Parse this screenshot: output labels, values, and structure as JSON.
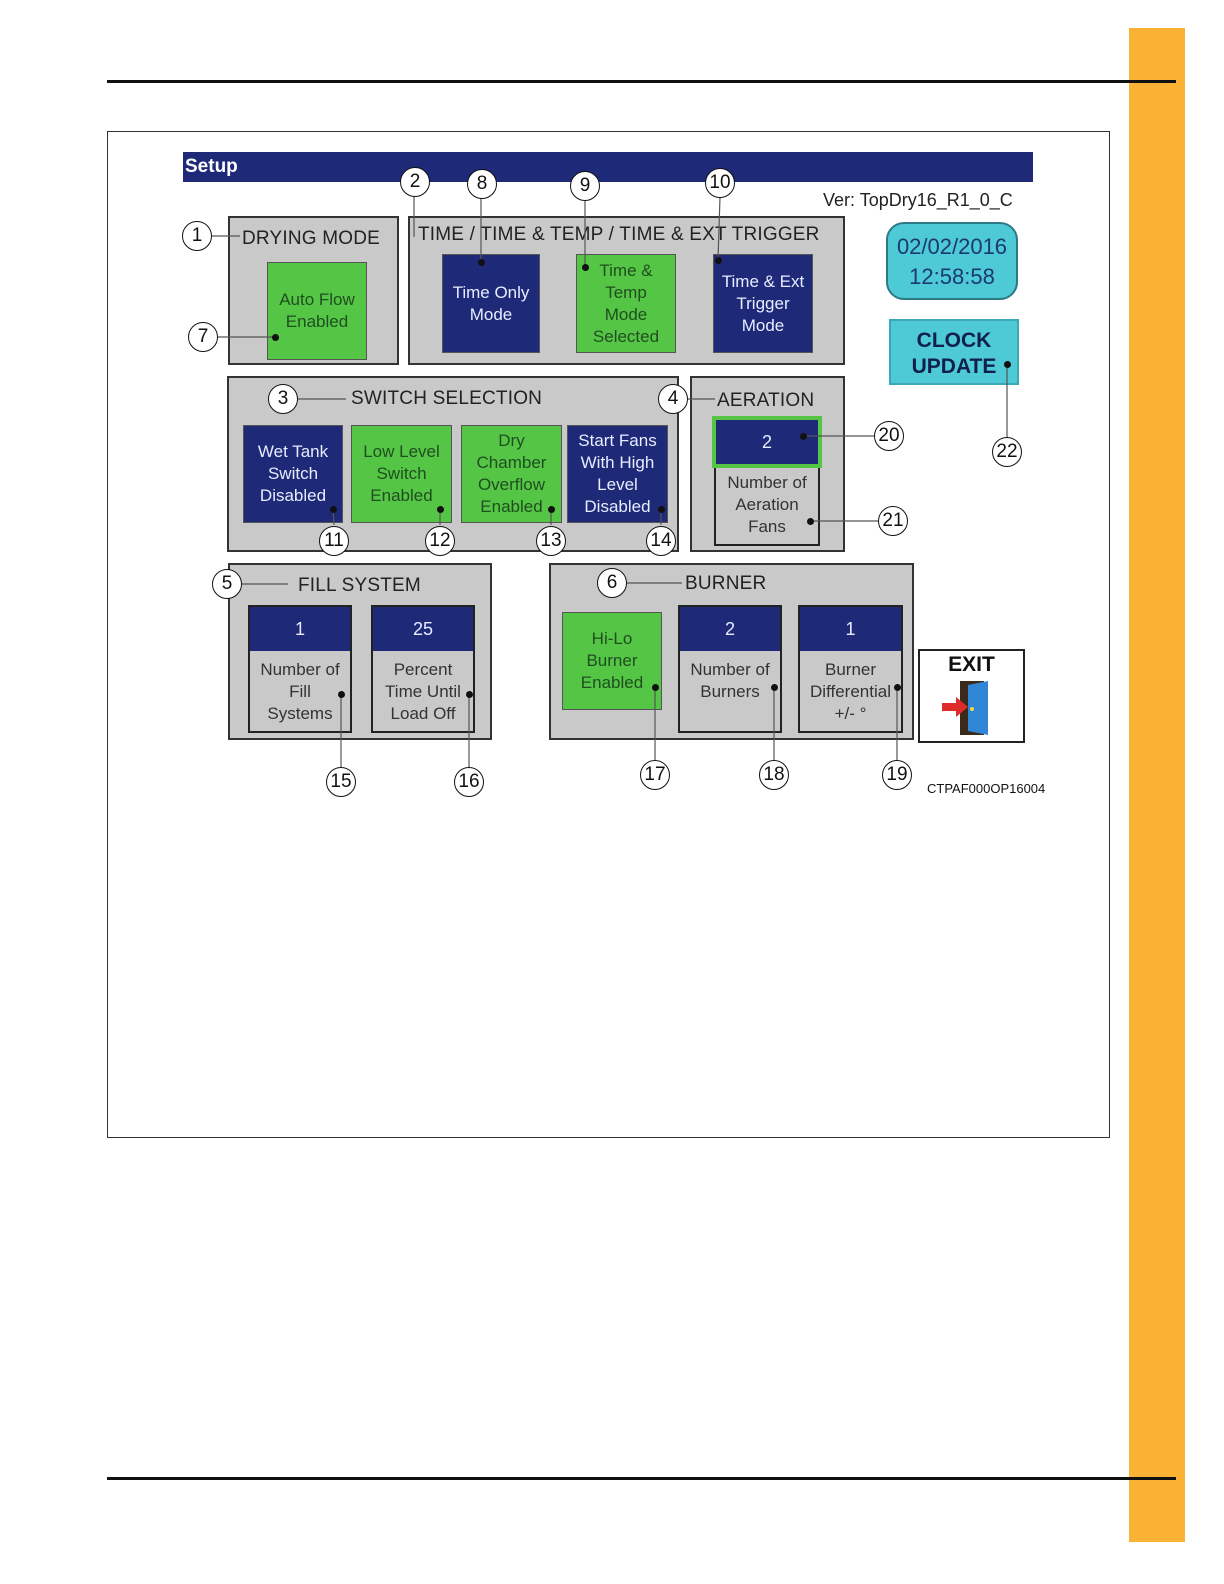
{
  "screen": {
    "title": "Setup",
    "version": "Ver: TopDry16_R1_0_C",
    "clock": {
      "date": "02/02/2016",
      "time": "12:58:58",
      "update_label": "CLOCK\nUPDATE"
    },
    "exit_label": "EXIT",
    "drying_mode": {
      "title": "DRYING MODE",
      "button": "Auto Flow\nEnabled"
    },
    "time_modes": {
      "title": "TIME / TIME & TEMP / TIME & EXT TRIGGER",
      "buttons": [
        "Time Only\nMode",
        "Time &\nTemp\nMode\nSelected",
        "Time & Ext\nTrigger\nMode"
      ]
    },
    "switch_selection": {
      "title": "SWITCH SELECTION",
      "buttons": [
        "Wet Tank\nSwitch\nDisabled",
        "Low Level\nSwitch\nEnabled",
        "Dry\nChamber\nOverflow\nEnabled",
        "Start Fans\nWith High\nLevel\nDisabled"
      ]
    },
    "aeration": {
      "title": "AERATION",
      "value": "2",
      "label": "Number of\nAeration\nFans"
    },
    "fill_system": {
      "title": "FILL SYSTEM",
      "fields": [
        {
          "value": "1",
          "label": "Number of\nFill\nSystems"
        },
        {
          "value": "25",
          "label": "Percent\nTime Until\nLoad Off"
        }
      ]
    },
    "burner": {
      "title": "BURNER",
      "button": "Hi-Lo\nBurner\nEnabled",
      "fields": [
        {
          "value": "2",
          "label": "Number of\nBurners"
        },
        {
          "value": "1",
          "label": "Burner\nDifferential\n+/- °"
        }
      ]
    }
  },
  "callouts": [
    "1",
    "2",
    "3",
    "4",
    "5",
    "6",
    "7",
    "8",
    "9",
    "10",
    "11",
    "12",
    "13",
    "14",
    "15",
    "16",
    "17",
    "18",
    "19",
    "20",
    "21",
    "22"
  ],
  "figure_code": "CTPAF000OP16004",
  "colors": {
    "accent_tab": "#f9b233",
    "titlebar": "#1e2a78",
    "enabled_green": "#55c546",
    "disabled_blue": "#1e2a78",
    "clock_cyan": "#4ec9d6"
  }
}
